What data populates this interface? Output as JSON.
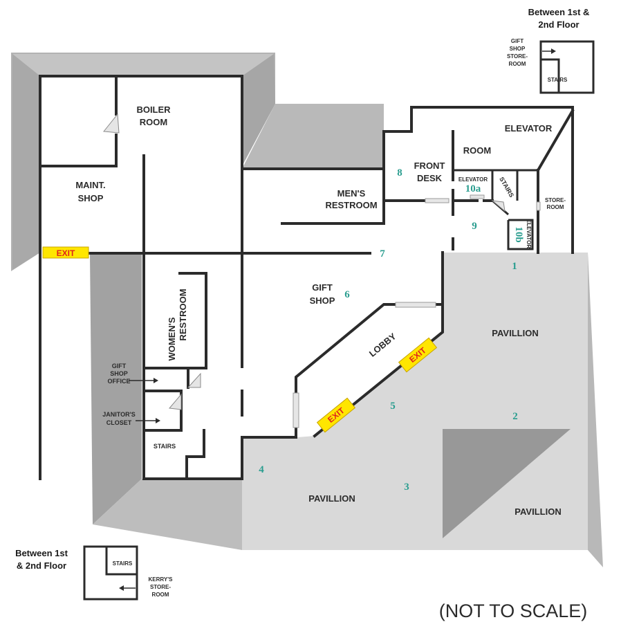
{
  "title": "",
  "scale_note": "(NOT TO SCALE)",
  "inset_top": {
    "title_line1": "Between 1st &",
    "title_line2": "2nd Floor",
    "room_line1": "GIFT",
    "room_line2": "SHOP",
    "room_line3": "STORE-",
    "room_line4": "ROOM",
    "stairs": "STAIRS"
  },
  "inset_bottom": {
    "title_line1": "Between 1st",
    "title_line2": "& 2nd Floor",
    "stairs": "STAIRS",
    "room_line1": "KERRY'S",
    "room_line2": "STORE-",
    "room_line3": "ROOM"
  },
  "rooms": {
    "boiler_line1": "BOILER",
    "boiler_line2": "ROOM",
    "maint_line1": "MAINT.",
    "maint_line2": "SHOP",
    "mens_line1": "MEN'S",
    "mens_line2": "RESTROOM",
    "front_desk_line1": "FRONT",
    "front_desk_line2": "DESK",
    "elevator": "ELEVATOR",
    "room": "ROOM",
    "elevator_small": "ELEVATOR",
    "stairs_small": "STAIRS",
    "store_room_line1": "STORE-",
    "store_room_line2": "ROOM",
    "elevator_vertical": "ELEVATOR",
    "gift_shop_line1": "GIFT",
    "gift_shop_line2": "SHOP",
    "womens_line1": "WOMEN'S",
    "womens_line2": "RESTROOM",
    "lobby": "LOBBY",
    "pavillion_right": "PAVILLION",
    "pavillion_bottom": "PAVILLION",
    "pavillion_corner": "PAVILLION",
    "gift_shop_office_line1": "GIFT",
    "gift_shop_office_line2": "SHOP",
    "gift_shop_office_line3": "OFFICE",
    "janitor_line1": "JANITOR'S",
    "janitor_line2": "CLOSET",
    "stairs_bottom": "STAIRS"
  },
  "exits": {
    "left": "EXIT",
    "lobby_lower": "EXIT",
    "lobby_upper": "EXIT"
  },
  "markers": {
    "m1": "1",
    "m2": "2",
    "m3": "3",
    "m4": "4",
    "m5": "5",
    "m6": "6",
    "m7": "7",
    "m8": "8",
    "m9": "9",
    "m10a": "10a",
    "m10b": "10b"
  },
  "colors": {
    "wall": "#2b2b2b",
    "outside_gray": "#b5b5b5",
    "dark_gray": "#9c9c9c",
    "pavillion_gray": "#d8d8d8",
    "marker_teal": "#2a9d8f",
    "exit_yellow": "#ffe600",
    "exit_red": "#e0241b"
  }
}
